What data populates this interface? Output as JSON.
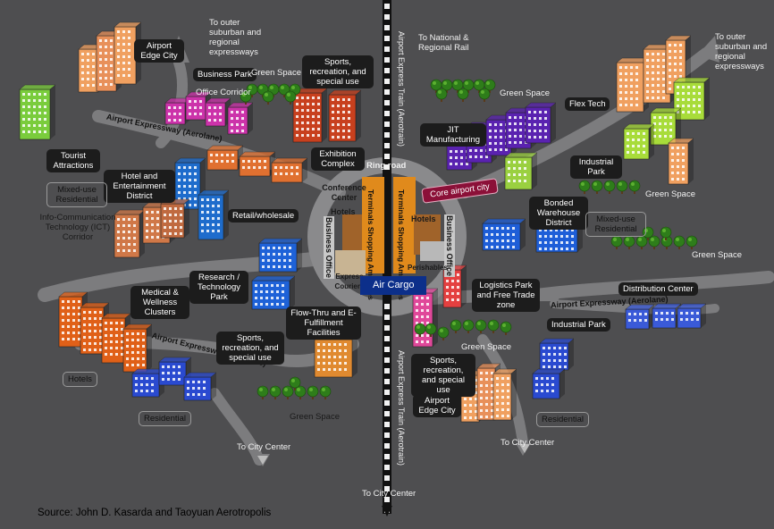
{
  "source": "Source: John D. Kasarda and Taoyuan Aerotropolis",
  "core": {
    "ring_road": "Ring road",
    "core_airport_city": "Core airport city",
    "air_cargo": "Air Cargo",
    "conference_center": "Conference Center",
    "hotels_left": "Hotels",
    "hotels_right": "Hotels",
    "business_office_left": "Business Office",
    "business_office_right": "Business Office",
    "terminals_left": "Terminals Shopping Amenities",
    "terminals_right": "Terminals Shopping Amenities",
    "express_couriers": "Express Couriers",
    "perishables": "Perishables"
  },
  "rail": {
    "top": "Airport Express Train (Aerotrain)",
    "bottom": "Airport Express Train (Aerotrain)",
    "to_national": "To National & Regional Rail",
    "to_city_center": "To City Center"
  },
  "roads": {
    "expressway_upper_left": "Airport Expressway (Aerolane)",
    "expressway_lower_left": "Airport Expressway (Aerolane)",
    "expressway_right": "Airport Expressway (Aerolane)",
    "to_outer_left": "To outer suburban and regional expressways",
    "to_outer_right": "To outer suburban and regional expressways",
    "to_city_center_left": "To City Center",
    "to_city_center_right": "To City Center"
  },
  "labels": {
    "airport_edge_city_top": "Airport Edge City",
    "business_park": "Business Park",
    "green_space_top": "Green Space",
    "office_corridor": "Office Corridor",
    "sports_top": "Sports, recreation, and special use",
    "exhibition_complex": "Exhibition Complex",
    "tourist_attractions": "Tourist Attractions",
    "hotel_entertainment": "Hotel and Entertainment District",
    "mixed_use_left": "Mixed-use Residential",
    "ict_corridor": "Info-Communication Technology (ICT) Corridor",
    "retail_wholesale": "Retail/wholesale",
    "research_park": "Research / Technology Park",
    "medical": "Medical & Wellness Clusters",
    "flow_thru": "Flow-Thru and E-Fulfillment Facilities",
    "sports_lower_left": "Sports, recreation, and special use",
    "hotels_lower_left": "Hotels",
    "residential_lower_left": "Residential",
    "green_space_lower_left": "Green Space",
    "green_space_top_right": "Green Space",
    "jit_manufacturing": "JIT Manufacturing",
    "flex_tech": "Flex Tech",
    "industrial_park_top": "Industrial Park",
    "green_space_right": "Green Space",
    "bonded_warehouse": "Bonded Warehouse District",
    "mixed_use_right": "Mixed-use Residential",
    "green_space_far_right": "Green Space",
    "logistics_park": "Logistics Park and Free Trade zone",
    "distribution_center": "Distribution Center",
    "industrial_park_bottom": "Industrial Park",
    "green_space_lower_mid": "Green Space",
    "sports_lower_right": "Sports, recreation, and special use",
    "airport_edge_city_bottom": "Airport Edge City",
    "residential_lower_right": "Residential"
  },
  "colors": {
    "background": "#4e4e50",
    "road": "#7a7a7c",
    "air_cargo": "#0c2f8a",
    "core_pill": "#8b1038",
    "tree": "#2e7d1a"
  }
}
